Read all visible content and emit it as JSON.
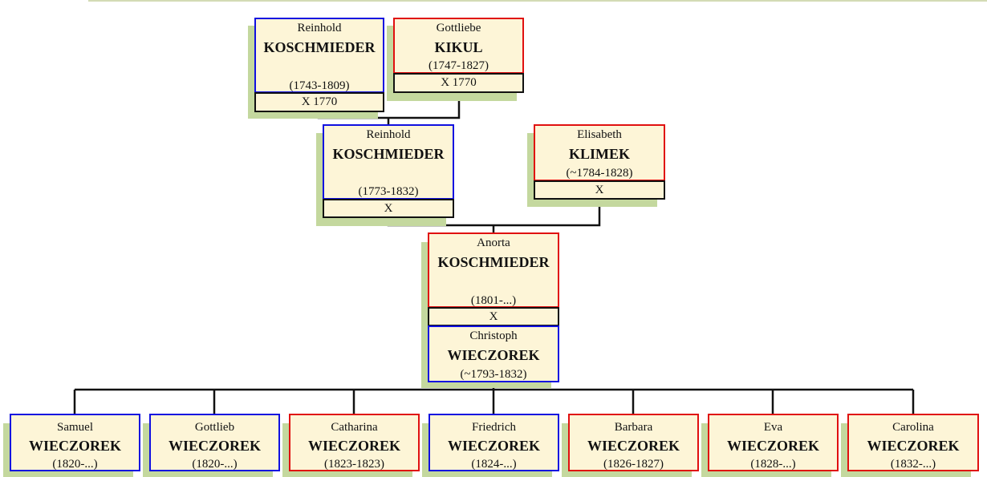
{
  "ancestors": [
    {
      "id": "reinhold1743",
      "first": "Reinhold",
      "last": "KOSCHMIEDER",
      "dates": "(1743-1809)",
      "sex": "m",
      "marriage": "X 1770"
    },
    {
      "id": "gottliebe",
      "first": "Gottliebe",
      "last": "KIKUL",
      "dates": "(1747-1827)",
      "sex": "f",
      "marriage": "X 1770"
    },
    {
      "id": "reinhold1773",
      "first": "Reinhold",
      "last": "KOSCHMIEDER",
      "dates": "(1773-1832)",
      "sex": "m",
      "marriage": "X"
    },
    {
      "id": "elisabeth",
      "first": "Elisabeth",
      "last": "KLIMEK",
      "dates": "(~1784-1828)",
      "sex": "f",
      "marriage": "X"
    },
    {
      "id": "anorta",
      "first": "Anorta",
      "last": "KOSCHMIEDER",
      "dates": "(1801-...)",
      "sex": "f",
      "marriage": "X"
    },
    {
      "id": "christoph",
      "first": "Christoph",
      "last": "WIECZOREK",
      "dates": "(~1793-1832)",
      "sex": "m"
    }
  ],
  "children": [
    {
      "first": "Samuel",
      "last": "WIECZOREK",
      "dates": "(1820-...)",
      "sex": "m"
    },
    {
      "first": "Gottlieb",
      "last": "WIECZOREK",
      "dates": "(1820-...)",
      "sex": "m"
    },
    {
      "first": "Catharina",
      "last": "WIECZOREK",
      "dates": "(1823-1823)",
      "sex": "f"
    },
    {
      "first": "Friedrich",
      "last": "WIECZOREK",
      "dates": "(1824-...)",
      "sex": "m"
    },
    {
      "first": "Barbara",
      "last": "WIECZOREK",
      "dates": "(1826-1827)",
      "sex": "f"
    },
    {
      "first": "Eva",
      "last": "WIECZOREK",
      "dates": "(1828-...)",
      "sex": "f"
    },
    {
      "first": "Carolina",
      "last": "WIECZOREK",
      "dates": "(1832-...)",
      "sex": "f"
    }
  ],
  "colors": {
    "male_border": "#1010e0",
    "female_border": "#e01010",
    "card_fill": "#fdf5d7",
    "shadow": "#c4d89e",
    "line": "#111111"
  }
}
